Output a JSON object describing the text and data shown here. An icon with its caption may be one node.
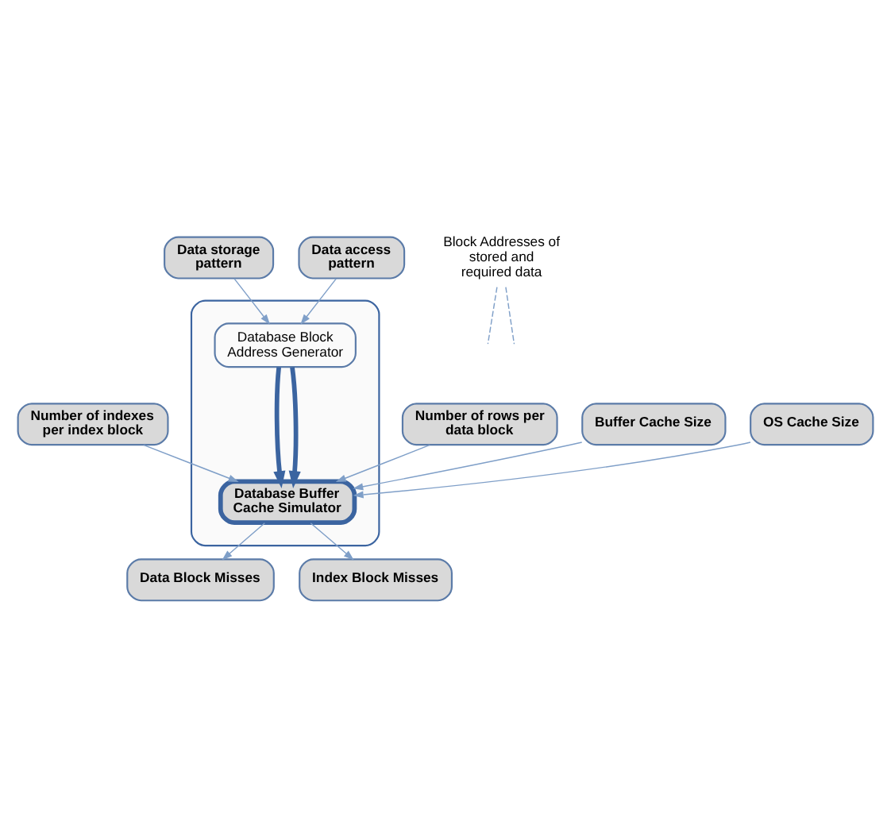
{
  "diagram": {
    "nodes": [
      {
        "text": [
          "Number of indexes per index block"
        ]
      },
      {
        "text": [
          "Number of rows per data block"
        ]
      },
      {
        "text": [
          "Buffer Cache Size"
        ]
      },
      {
        "text": [
          "Data storage pattern"
        ]
      },
      {
        "text": [
          "Data access pattern"
        ]
      },
      {
        "text": [
          "OS Cache Size"
        ]
      },
      {
        "text": [],
        "shape": "box"
      },
      {
        "text": [
          "Database Block Address Generator"
        ],
        "in": 6
      },
      {
        "text": [
          "Database Buffer Cache Simulator"
        ],
        "in": 6
      },
      {
        "text": [
          "Block Addresses of stored and required data"
        ]
      },
      {
        "text": [
          "Data Block Misses"
        ]
      },
      {
        "text": [
          "Index Block Misses"
        ]
      }
    ],
    "edges": [
      {
        "from": 3,
        "to": 7,
        "arrow": "to"
      },
      {
        "from": 4,
        "to": 7,
        "arrow": "to"
      },
      {
        "from": 0,
        "to": 8,
        "arrow": "to"
      },
      {
        "from": 1,
        "to": 8,
        "arrow": "to"
      },
      {
        "from": 2,
        "to": 8,
        "arrow": "to"
      },
      {
        "from": 5,
        "to": 8,
        "arrow": "to"
      },
      {
        "from": 7,
        "to": 8,
        "arrow": "to",
        "style": "thick",
        "color": "#3b64a0"
      },
      {
        "from": 7,
        "to": 8,
        "arrow": "to",
        "style": "thick",
        "color": "#3b64a0"
      },
      {
        "from": 9,
        "to": null,
        "arrow": "none",
        "style": "dashed"
      },
      {
        "from": 9,
        "to": null,
        "arrow": "none",
        "style": "dashed"
      },
      {
        "from": 8,
        "to": 10,
        "arrow": "to"
      },
      {
        "from": 8,
        "to": 11,
        "arrow": "to"
      }
    ]
  }
}
